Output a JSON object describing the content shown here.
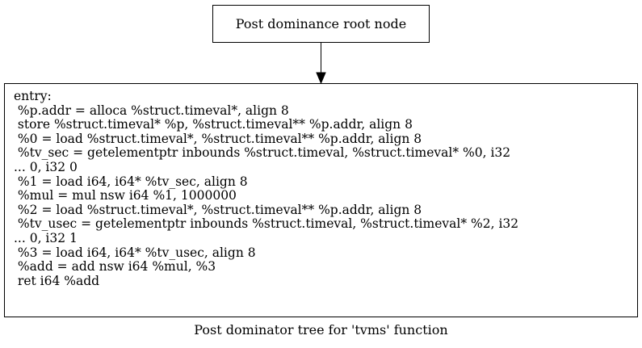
{
  "diagram": {
    "caption": "Post dominator tree for 'tvms' function",
    "root_node": {
      "label": "Post dominance root node"
    },
    "entry_node": {
      "lines": [
        "entry:",
        " %p.addr = alloca %struct.timeval*, align 8",
        " store %struct.timeval* %p, %struct.timeval** %p.addr, align 8",
        " %0 = load %struct.timeval*, %struct.timeval** %p.addr, align 8",
        " %tv_sec = getelementptr inbounds %struct.timeval, %struct.timeval* %0, i32",
        "... 0, i32 0",
        " %1 = load i64, i64* %tv_sec, align 8",
        " %mul = mul nsw i64 %1, 1000000",
        " %2 = load %struct.timeval*, %struct.timeval** %p.addr, align 8",
        " %tv_usec = getelementptr inbounds %struct.timeval, %struct.timeval* %2, i32",
        "... 0, i32 1",
        " %3 = load i64, i64* %tv_usec, align 8",
        " %add = add nsw i64 %mul, %3",
        " ret i64 %add"
      ]
    },
    "edges": [
      {
        "from": "root_node",
        "to": "entry_node"
      }
    ]
  }
}
